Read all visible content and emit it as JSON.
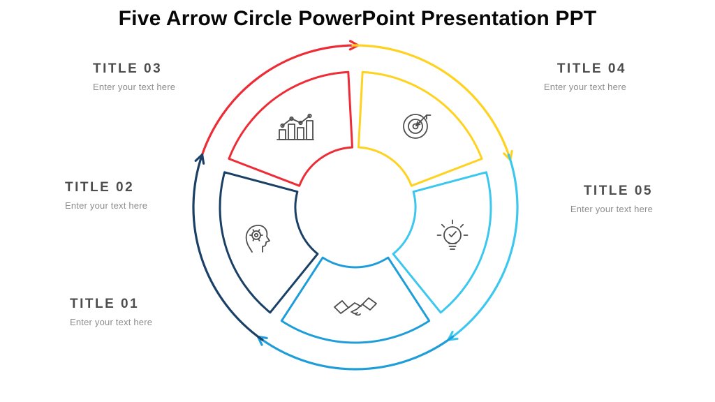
{
  "slide": {
    "title": "Five Arrow Circle PowerPoint Presentation PPT"
  },
  "labels": [
    {
      "title": "TITLE 01",
      "subtitle": "Enter your text here"
    },
    {
      "title": "TITLE 02",
      "subtitle": "Enter your text here"
    },
    {
      "title": "TITLE 03",
      "subtitle": "Enter your text here"
    },
    {
      "title": "TITLE 04",
      "subtitle": "Enter your text here"
    },
    {
      "title": "TITLE 05",
      "subtitle": "Enter your text here"
    }
  ],
  "diagram": {
    "segments": [
      {
        "name": "growth-chart",
        "icon": "growth-chart-icon",
        "color": "#ee2c36"
      },
      {
        "name": "target",
        "icon": "target-arrow-icon",
        "color": "#ffd21f"
      },
      {
        "name": "idea-bulb",
        "icon": "lightbulb-check-icon",
        "color": "#3cc7ef"
      },
      {
        "name": "handshake",
        "icon": "handshake-icon",
        "color": "#1f9dd9"
      },
      {
        "name": "mind-gear",
        "icon": "head-gear-icon",
        "color": "#1b4066"
      }
    ],
    "icon_stroke_color": "#4d4d4d",
    "title_text_color": "#4d4d4d",
    "subtitle_text_color": "#8c8c8c"
  }
}
